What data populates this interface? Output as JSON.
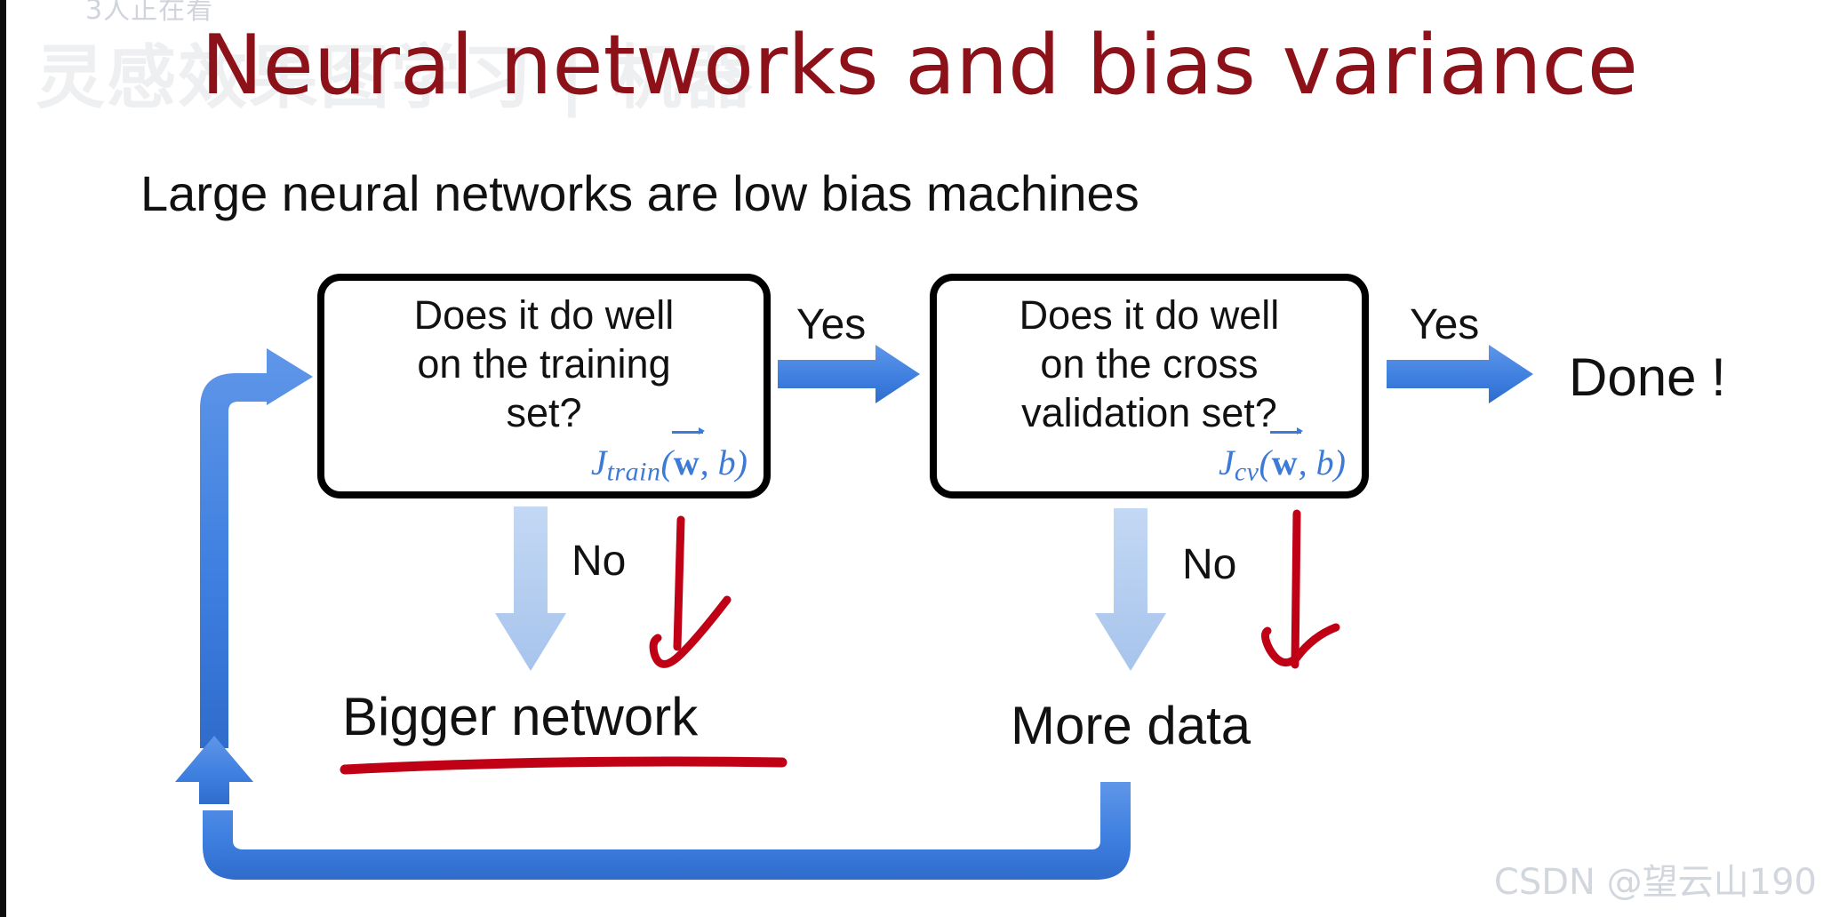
{
  "slide": {
    "title": "Neural networks and bias variance",
    "subtitle": "Large neural networks are low bias machines",
    "title_color": "#8c1118",
    "corner_watermark": "3人正在看",
    "ghost_watermark": "灵感效果图学习 | 机器",
    "csdn_watermark": "CSDN @望云山190"
  },
  "flowchart": {
    "boxes": [
      {
        "id": "train",
        "line1": "Does it do well",
        "line2": "on the training",
        "line3": "set?",
        "cost_fn": "J_train(w⃗, b)",
        "cost_j": "J",
        "cost_sub": "train",
        "cost_args_open": "(",
        "cost_w": "w",
        "cost_rest": ", b)",
        "cost_color": "#3c7ad6"
      },
      {
        "id": "cv",
        "line1": "Does it do well",
        "line2": "on the cross",
        "line3": "validation set?",
        "cost_fn": "J_cv(w⃗, b)",
        "cost_j": "J",
        "cost_sub": "cv",
        "cost_args_open": "(",
        "cost_w": "w",
        "cost_rest": ", b)",
        "cost_color": "#3c7ad6"
      }
    ],
    "labels": {
      "yes_1": "Yes",
      "yes_2": "Yes",
      "no_1": "No",
      "no_2": "No",
      "done": "Done !"
    },
    "outcomes": {
      "bigger_network": "Bigger network",
      "more_data": "More data"
    },
    "colors": {
      "arrow_blue": "#3f80e0",
      "arrow_light_blue": "#b3cdf0",
      "annotation_red": "#c00014",
      "box_border": "#000000"
    }
  }
}
